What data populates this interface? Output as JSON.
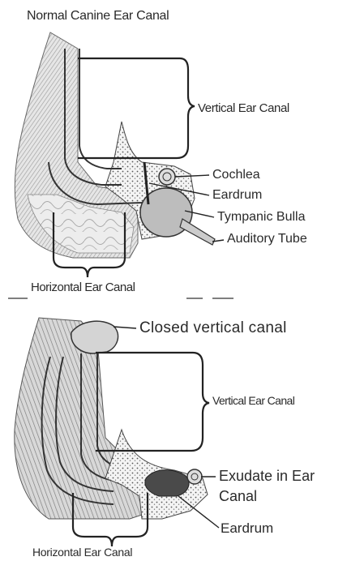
{
  "top_diagram": {
    "title": "Normal Canine Ear Canal",
    "labels": {
      "vertical": "Vertical Ear Canal",
      "cochlea": "Cochlea",
      "eardrum": "Eardrum",
      "bulla": "Tympanic Bulla",
      "tube": "Auditory Tube",
      "horizontal": "Horizontal Ear Canal"
    }
  },
  "bottom_diagram": {
    "labels": {
      "closed": "Closed vertical canal",
      "vertical": "Vertical Ear Canal",
      "exudate_line1": "Exudate in Ear",
      "exudate_line2": "Canal",
      "eardrum": "Eardrum",
      "horizontal": "Horizontal Ear Canal"
    }
  }
}
